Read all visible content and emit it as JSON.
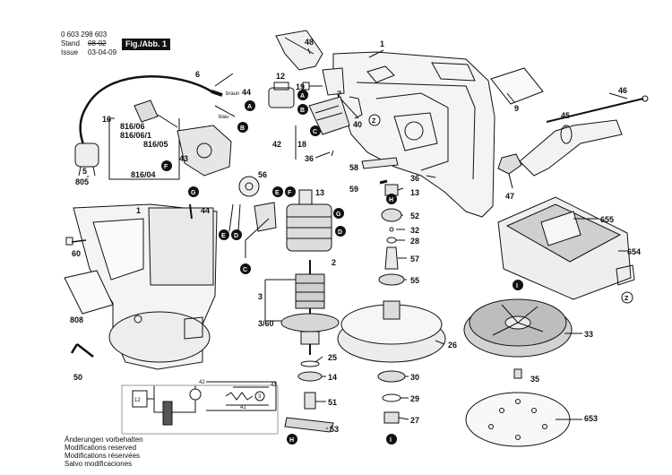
{
  "header": {
    "part_number": "0 603 298 603",
    "stand_label": "Stand",
    "issue_label": "Issue",
    "stand_value": "08-02",
    "issue_value": "03-04-09",
    "figure_label": "Fig./Abb. 1"
  },
  "footer": {
    "lines": [
      "Änderungen vorbehalten",
      "Modifications reserved",
      "Modifications réservées",
      "Salvo modificaciones"
    ]
  },
  "wire_labels": {
    "brown": "braun",
    "blue": "blau"
  },
  "part_labels": {
    "p1a": "1",
    "p1b": "1",
    "p2": "2",
    "p3": "3",
    "p3_60": "3/60",
    "p5": "5",
    "p6": "6",
    "p7": "7",
    "p9": "9",
    "p12": "12",
    "p13a": "13",
    "p13b": "13",
    "p14": "14",
    "p16": "16",
    "p18": "18",
    "p19": "19",
    "p25": "25",
    "p26": "26",
    "p27": "27",
    "p28": "28",
    "p29": "29",
    "p30": "30",
    "p32": "32",
    "p33": "33",
    "p35": "35",
    "p36a": "36",
    "p36b": "36",
    "p40": "40",
    "p42": "42",
    "p43": "43",
    "p44a": "44",
    "p44b": "44",
    "p45": "45",
    "p46": "46",
    "p47": "47",
    "p48": "48",
    "p50": "50",
    "p51": "51",
    "p52": "52",
    "p53": "53",
    "p55": "55",
    "p56": "56",
    "p57": "57",
    "p58": "58",
    "p59": "59",
    "p60": "60",
    "p653": "653",
    "p654": "654",
    "p655": "655",
    "p805": "805",
    "p808": "808",
    "s816_06": "816/06",
    "s816_06_1": "816/06/1",
    "s816_05": "816/05",
    "s816_04": "816/04"
  },
  "markers": {
    "A": "A",
    "B": "B",
    "C": "C",
    "D": "D",
    "E": "E",
    "F": "F",
    "G": "G",
    "H": "H",
    "I": "I",
    "Z": "Z"
  },
  "circuit_labels": {
    "c12": "12",
    "c42": "42",
    "c41a": "41",
    "c41b": "41",
    "c3": "3"
  }
}
